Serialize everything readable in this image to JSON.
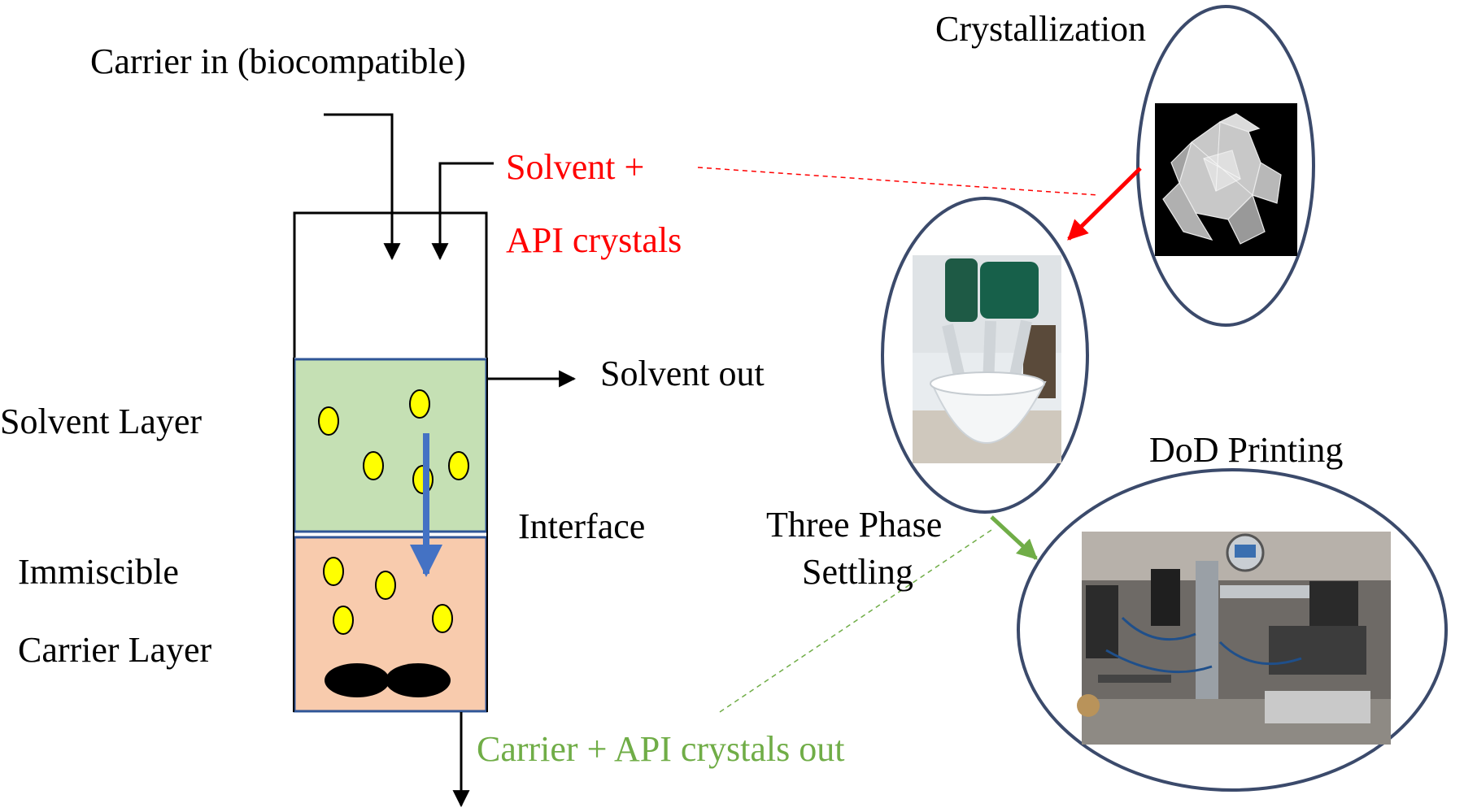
{
  "labels": {
    "carrier_in": "Carrier in (biocompatible)",
    "solvent_plus": "Solvent +",
    "api_crystals": "API crystals",
    "solvent_out": "Solvent out",
    "solvent_layer": "Solvent Layer",
    "interface": "Interface",
    "immiscible": "Immiscible",
    "carrier_layer": "Carrier Layer",
    "carrier_api_out": "Carrier + API crystals out",
    "crystallization": "Crystallization",
    "three_phase": "Three Phase",
    "settling": "Settling",
    "dod_printing": "DoD Printing"
  },
  "colors": {
    "solvent_api_text": "#ff0000",
    "carrier_out_text": "#70ad47",
    "solvent_layer_fill": "#c5e0b4",
    "carrier_layer_fill": "#f8cbad",
    "layer_border": "#2f5597",
    "crystal_fill": "#ffff00",
    "settling_arrow": "#4472c4",
    "ellipse_stroke": "#3b4a6b",
    "red_arrow": "#ff0000",
    "green_arrow": "#70ad47"
  },
  "icons": {
    "crystal_photo": "crystal-photo-icon",
    "settler_photo": "three-phase-settler-photo-icon",
    "printer_photo": "dod-printer-photo-icon"
  }
}
